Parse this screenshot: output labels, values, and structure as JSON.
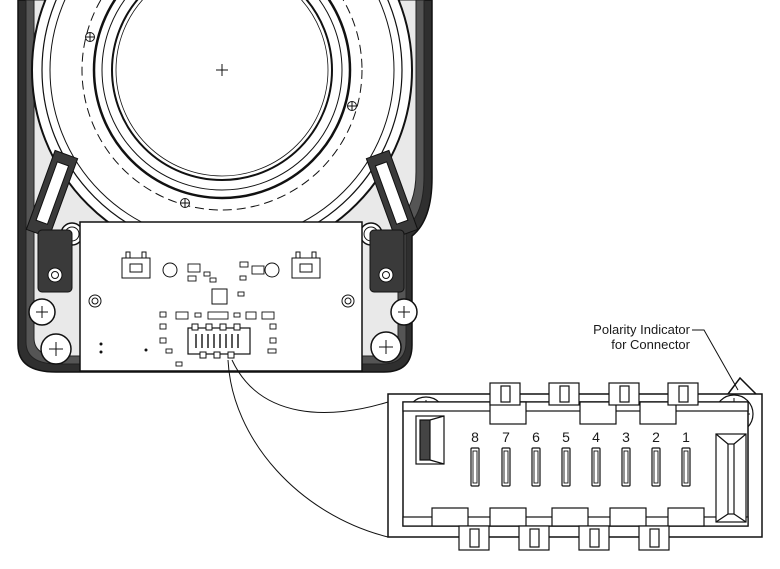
{
  "callout": {
    "line1": "Polarity Indicator",
    "line2": "for Connector"
  },
  "connector": {
    "pins": [
      "8",
      "7",
      "6",
      "5",
      "4",
      "3",
      "2",
      "1"
    ]
  },
  "colors": {
    "stroke": "#1a1a1a",
    "board": "#ffffff",
    "body_dark": "#2b2b2b",
    "body_mid": "#4a4a4a",
    "background": "#ffffff"
  }
}
